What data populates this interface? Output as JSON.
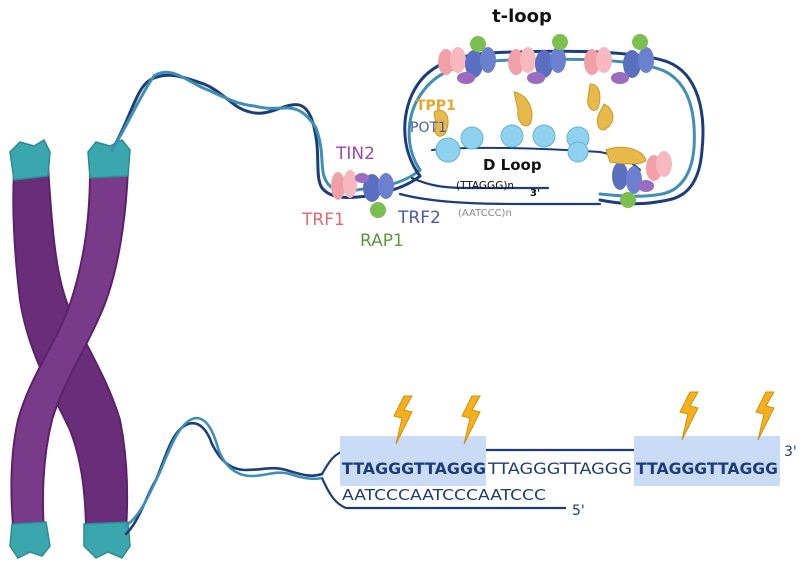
{
  "diagram": {
    "title": "t-loop",
    "d_loop_label": "D Loop",
    "strand_g_label": "(TTAGGG)n",
    "three_prime_top": "3'",
    "strand_c_label": "(AATCCC)n",
    "proteins": {
      "tpp1": "TPP1",
      "pot1": "POT1",
      "tin2": "TIN2",
      "trf1": "TRF1",
      "trf2": "TRF2",
      "rap1": "RAP1"
    },
    "sequence": {
      "top_seg1": "TTAGGGTTAGGG",
      "top_seg2": "TTAGGGTTAGGG",
      "top_seg3": "TTAGGGTTAGGG",
      "bottom": "AATCCCAATCCCAATCCC",
      "three_prime": "3'",
      "five_prime": "5'"
    },
    "colors": {
      "chromosome": "#6a2d7a",
      "telomere_cap": "#3aa6ad",
      "dna_dark": "#1d3d78",
      "dna_light": "#3f8fb5",
      "trf1": "#f2a0a8",
      "trf2": "#5a6fc0",
      "tin2": "#9a6bbf",
      "rap1": "#7cbf4f",
      "tpp1": "#e6b94a",
      "pot1": "#8fd2f0",
      "highlight": "#c9dbf6",
      "damage": "#f5b01e"
    }
  }
}
